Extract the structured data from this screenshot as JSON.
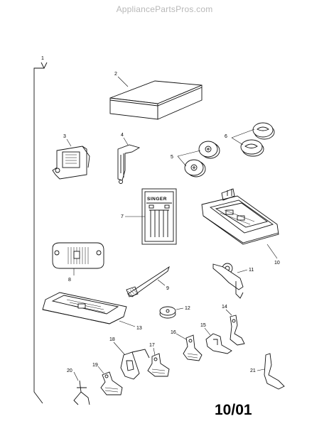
{
  "header": {
    "watermark": "AppliancePartsPros.com"
  },
  "footer": {
    "page_code": "10/01"
  },
  "diagram": {
    "callouts": {
      "c1": "1",
      "c2": "2",
      "c3": "3",
      "c4": "4",
      "c5": "5",
      "c6": "6",
      "c7": "7",
      "c8": "8",
      "c9": "9",
      "c10": "10",
      "c11": "11",
      "c12": "12",
      "c13": "13",
      "c14": "14",
      "c15": "15",
      "c16": "16",
      "c17": "17",
      "c18": "18",
      "c19": "19",
      "c20": "20",
      "c21": "21"
    },
    "needle_pack_brand": "SINGER"
  }
}
